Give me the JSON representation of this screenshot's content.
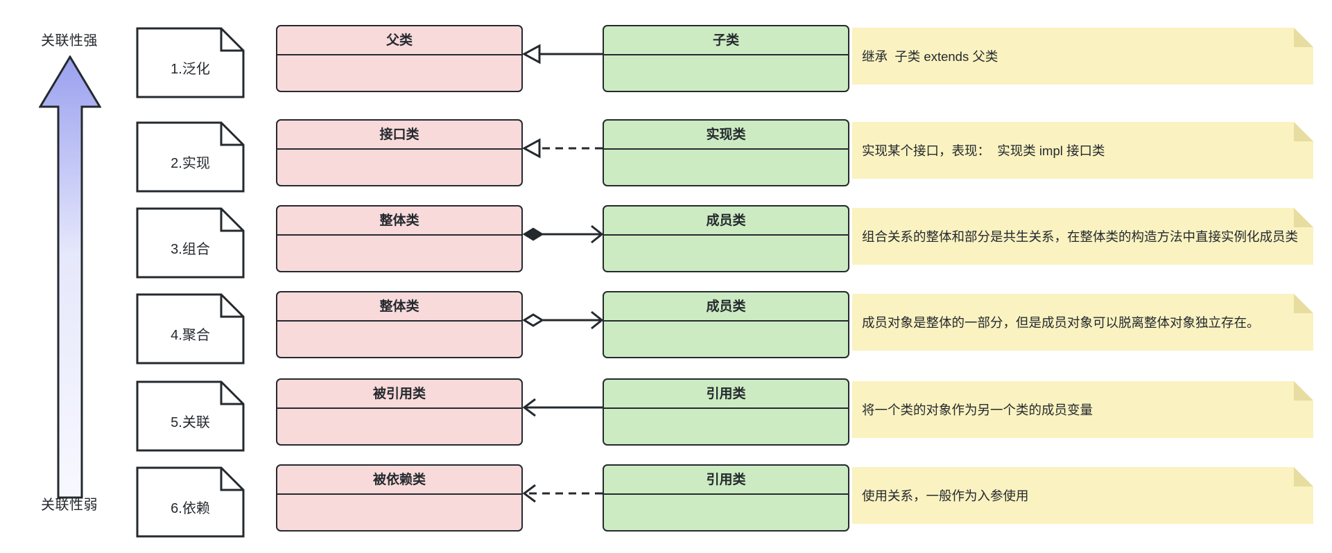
{
  "axis": {
    "top_label": "关联性强",
    "bottom_label": "关联性弱",
    "arrow_color_top": "#9aa0ef",
    "arrow_color_bottom": "#f7f8ff",
    "arrow_stroke": "#24292e"
  },
  "colors": {
    "source_box_fill": "#f8dadb",
    "target_box_fill": "#ccebc2",
    "note_fill": "#faf2c0",
    "note_fold": "#e8dda0",
    "line": "#24292e",
    "card_fill": "#ffffff"
  },
  "rows": [
    {
      "label": "1.泛化",
      "source": "父类",
      "target": "子类",
      "relation": "generalization",
      "line_style": "solid",
      "head": "hollow-triangle",
      "tail": "none",
      "direction": "left",
      "note": "继承  子类 extends 父类"
    },
    {
      "label": "2.实现",
      "source": "接口类",
      "target": "实现类",
      "relation": "realization",
      "line_style": "dashed",
      "head": "hollow-triangle",
      "tail": "none",
      "direction": "left",
      "note": "实现某个接口，表现：  实现类 impl 接口类"
    },
    {
      "label": "3.组合",
      "source": "整体类",
      "target": "成员类",
      "relation": "composition",
      "line_style": "solid",
      "head": "open-arrow",
      "tail": "filled-diamond",
      "direction": "right",
      "note": "组合关系的整体和部分是共生关系，在整体类的构造方法中直接实例化成员类"
    },
    {
      "label": "4.聚合",
      "source": "整体类",
      "target": "成员类",
      "relation": "aggregation",
      "line_style": "solid",
      "head": "open-arrow",
      "tail": "hollow-diamond",
      "direction": "right",
      "note": "成员对象是整体的一部分，但是成员对象可以脱离整体对象独立存在。"
    },
    {
      "label": "5.关联",
      "source": "被引用类",
      "target": "引用类",
      "relation": "association",
      "line_style": "solid",
      "head": "open-arrow",
      "tail": "none",
      "direction": "left",
      "note": "将一个类的对象作为另一个类的成员变量"
    },
    {
      "label": "6.依赖",
      "source": "被依赖类",
      "target": "引用类",
      "relation": "dependency",
      "line_style": "dashed",
      "head": "open-arrow",
      "tail": "none",
      "direction": "left",
      "note": "使用关系，一般作为入参使用"
    }
  ]
}
